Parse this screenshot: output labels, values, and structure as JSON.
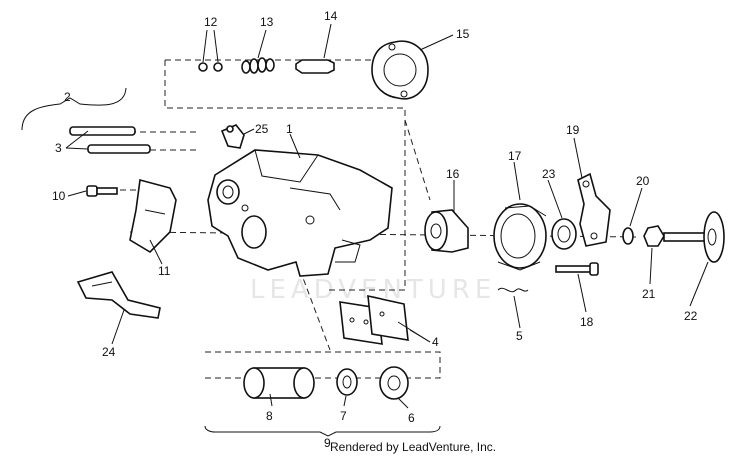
{
  "watermark": "LEADVENTURE",
  "credit": "Rendered by LeadVenture, Inc.",
  "callouts": [
    {
      "id": "12",
      "label": "12"
    },
    {
      "id": "13",
      "label": "13"
    },
    {
      "id": "14",
      "label": "14"
    },
    {
      "id": "15",
      "label": "15"
    },
    {
      "id": "2",
      "label": "2"
    },
    {
      "id": "25",
      "label": "25"
    },
    {
      "id": "1",
      "label": "1"
    },
    {
      "id": "3",
      "label": "3"
    },
    {
      "id": "19",
      "label": "19"
    },
    {
      "id": "17",
      "label": "17"
    },
    {
      "id": "16",
      "label": "16"
    },
    {
      "id": "23",
      "label": "23"
    },
    {
      "id": "20",
      "label": "20"
    },
    {
      "id": "10",
      "label": "10"
    },
    {
      "id": "11",
      "label": "11"
    },
    {
      "id": "21",
      "label": "21"
    },
    {
      "id": "22",
      "label": "22"
    },
    {
      "id": "18",
      "label": "18"
    },
    {
      "id": "5",
      "label": "5"
    },
    {
      "id": "24",
      "label": "24"
    },
    {
      "id": "4",
      "label": "4"
    },
    {
      "id": "8",
      "label": "8"
    },
    {
      "id": "7",
      "label": "7"
    },
    {
      "id": "6",
      "label": "6"
    },
    {
      "id": "9",
      "label": "9"
    }
  ]
}
